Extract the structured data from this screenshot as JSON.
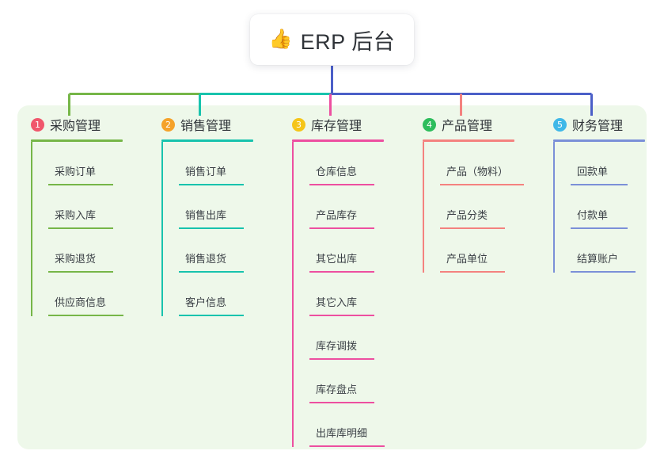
{
  "diagram": {
    "title": {
      "icon": "thumbs-up-icon",
      "icon_glyph": "👍",
      "text": "ERP 后台"
    },
    "panel_background": "#eef8ea",
    "trunk_color": "#4b5fc8",
    "columns": [
      {
        "number": "1",
        "title": "采购管理",
        "badge_color": "#f0576c",
        "line_color": "#76b648",
        "connector_color": "#76b648",
        "rule_width": 116,
        "items": [
          {
            "label": "采购订单",
            "rule_width": 82
          },
          {
            "label": "采购入库",
            "rule_width": 82
          },
          {
            "label": "采购退货",
            "rule_width": 82
          },
          {
            "label": "供应商信息",
            "rule_width": 95
          }
        ]
      },
      {
        "number": "2",
        "title": "销售管理",
        "badge_color": "#f5a22a",
        "line_color": "#18c3ad",
        "connector_color": "#18c3ad",
        "rule_width": 116,
        "items": [
          {
            "label": "销售订单",
            "rule_width": 82
          },
          {
            "label": "销售出库",
            "rule_width": 82
          },
          {
            "label": "销售退货",
            "rule_width": 82
          },
          {
            "label": "客户信息",
            "rule_width": 82
          }
        ]
      },
      {
        "number": "3",
        "title": "库存管理",
        "badge_color": "#f5c518",
        "line_color": "#ed4fa0",
        "connector_color": "#ed4fa0",
        "rule_width": 116,
        "items": [
          {
            "label": "仓库信息",
            "rule_width": 82
          },
          {
            "label": "产品库存",
            "rule_width": 82
          },
          {
            "label": "其它出库",
            "rule_width": 82
          },
          {
            "label": "其它入库",
            "rule_width": 82
          },
          {
            "label": "库存调拨",
            "rule_width": 82
          },
          {
            "label": "库存盘点",
            "rule_width": 82
          },
          {
            "label": "出库库明细",
            "rule_width": 95
          }
        ]
      },
      {
        "number": "4",
        "title": "产品管理",
        "badge_color": "#2dbd5c",
        "line_color": "#f4827f",
        "connector_color": "#f4827f",
        "rule_width": 116,
        "items": [
          {
            "label": "产品（物料）",
            "rule_width": 106
          },
          {
            "label": "产品分类",
            "rule_width": 82
          },
          {
            "label": "产品单位",
            "rule_width": 82
          }
        ]
      },
      {
        "number": "5",
        "title": "财务管理",
        "badge_color": "#3fb8e8",
        "line_color": "#7b90d8",
        "connector_color": "#4b5fc8",
        "rule_width": 116,
        "items": [
          {
            "label": "回款单",
            "rule_width": 72
          },
          {
            "label": "付款单",
            "rule_width": 72
          },
          {
            "label": "结算账户",
            "rule_width": 82
          }
        ]
      }
    ]
  }
}
